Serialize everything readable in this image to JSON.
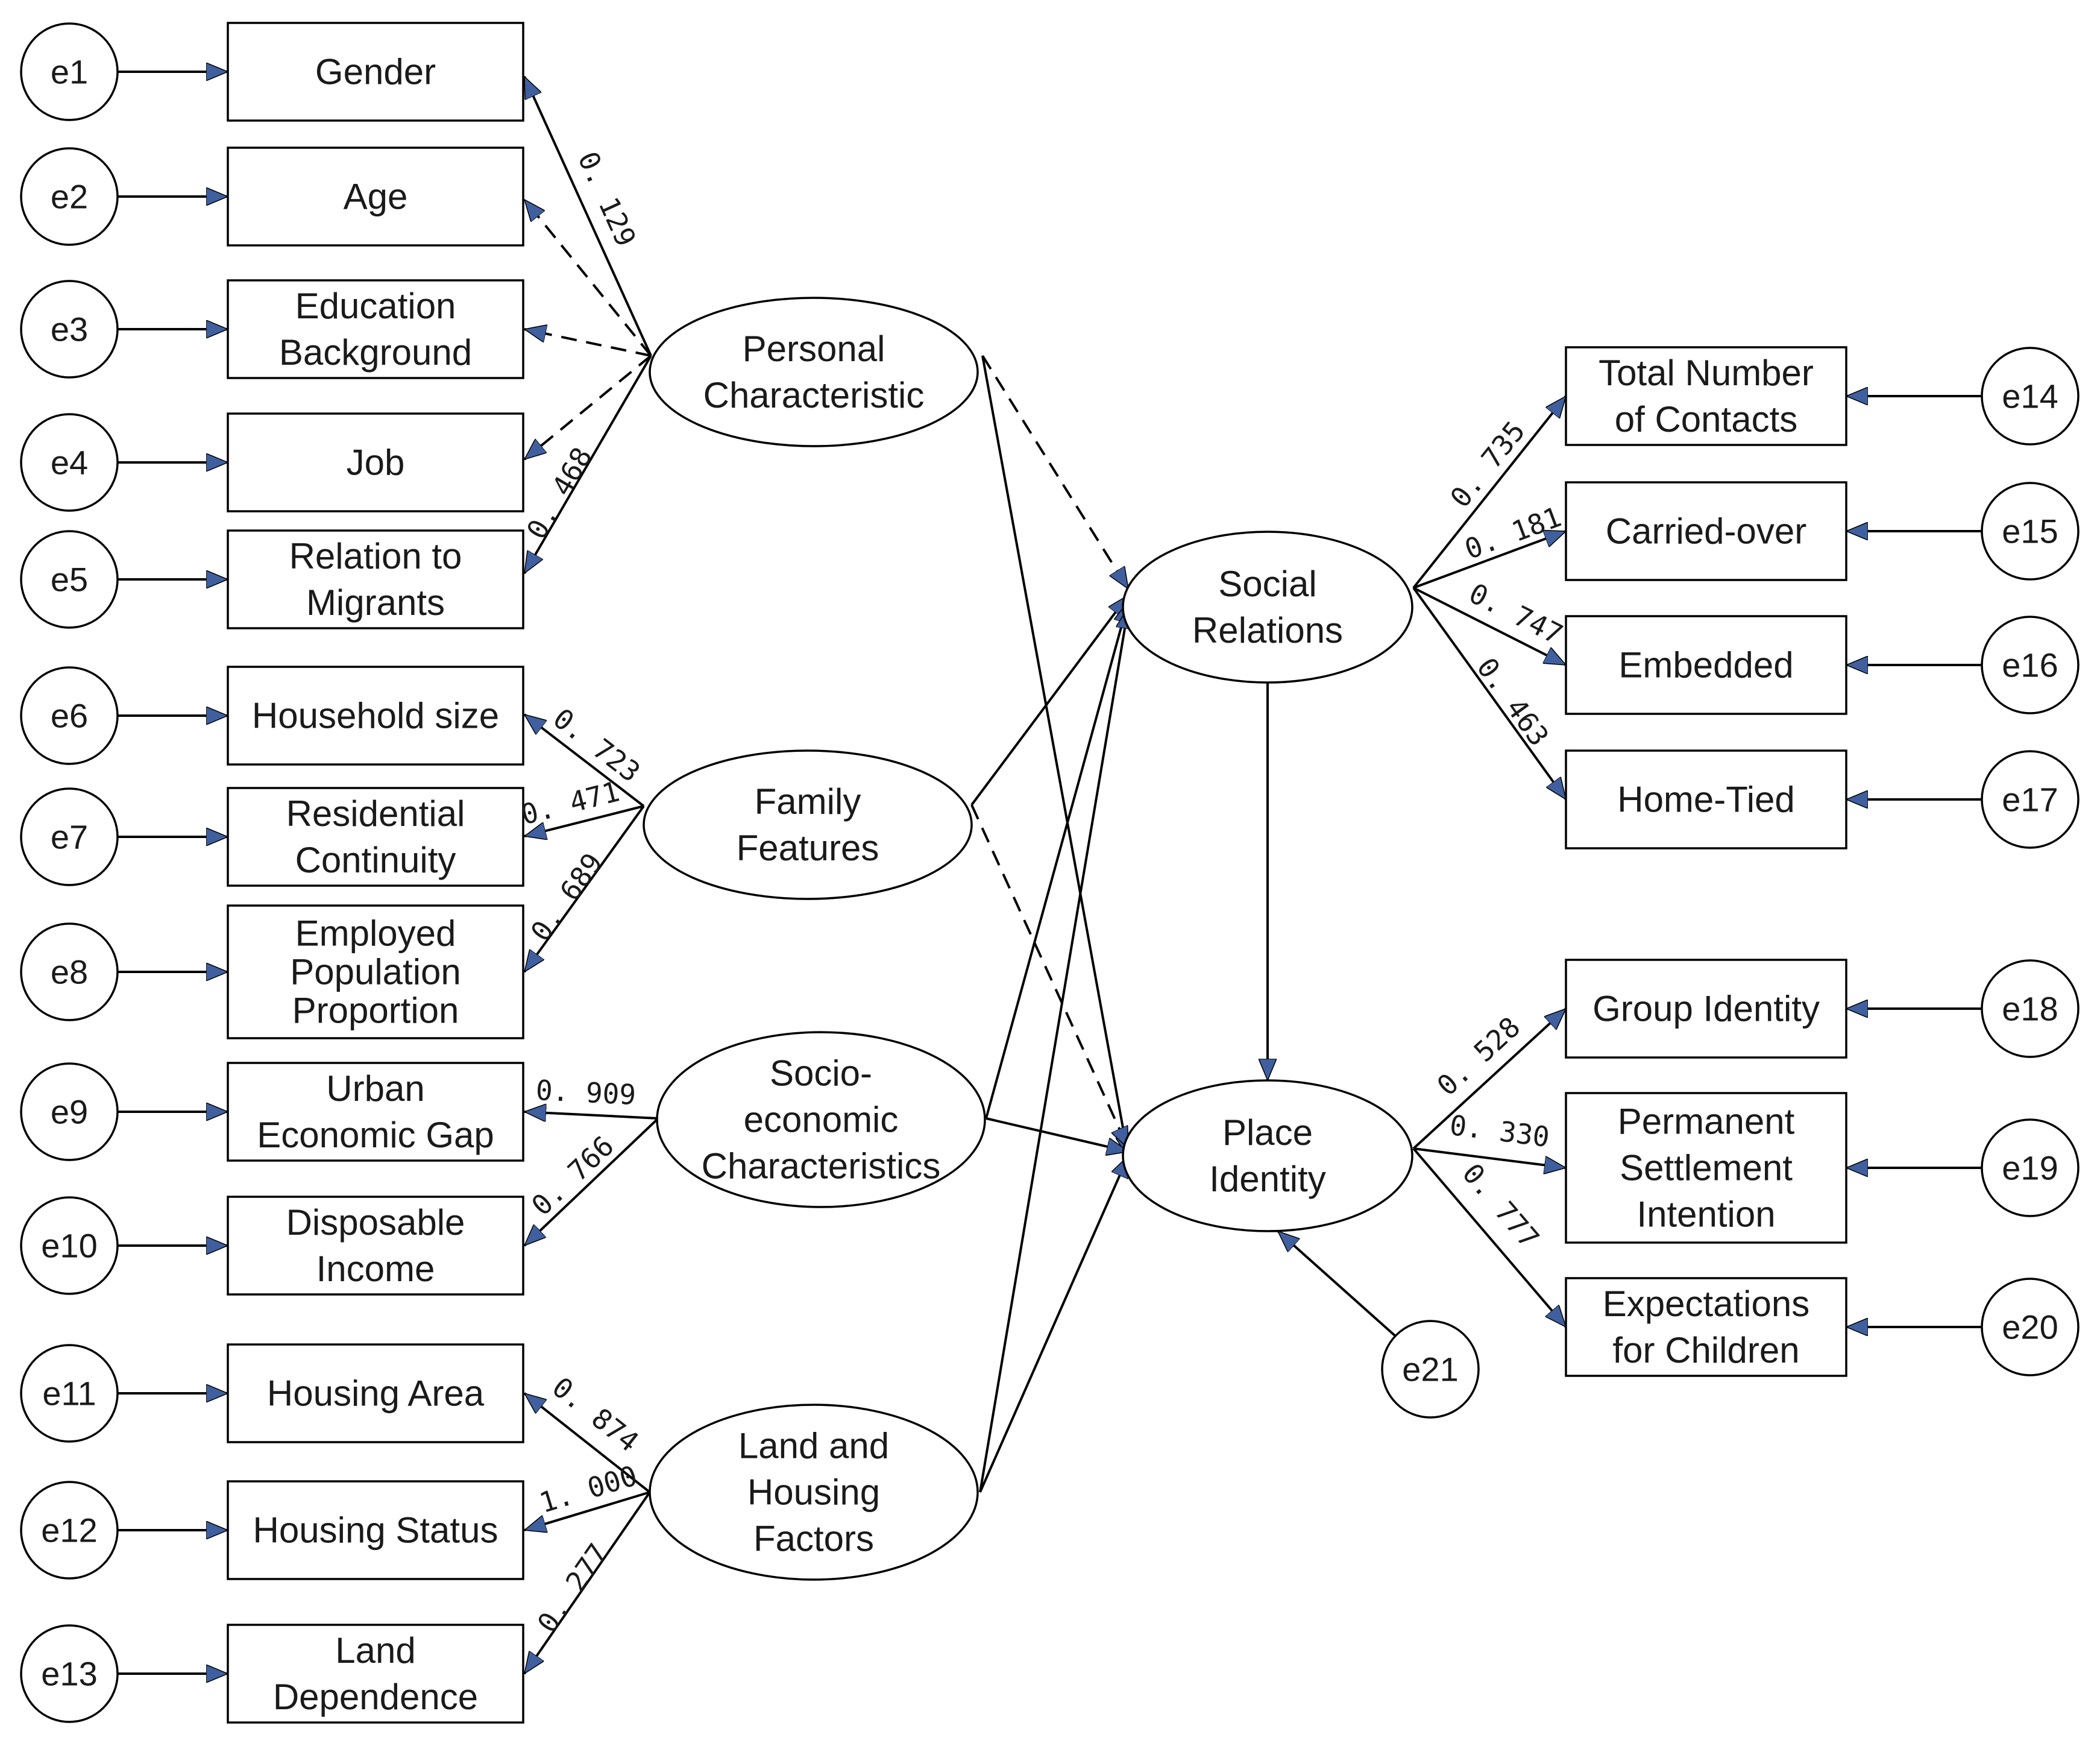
{
  "colors": {
    "arrowhead": "#3f5f9e",
    "stroke": "#000000",
    "text": "#1a1a1a",
    "background": "#ffffff"
  },
  "latents": {
    "personal": [
      "Personal",
      "Characteristic"
    ],
    "family": [
      "Family",
      "Features"
    ],
    "socio": [
      "Socio-",
      "economic",
      "Characteristics"
    ],
    "land": [
      "Land and",
      "Housing",
      "Factors"
    ],
    "social": [
      "Social",
      "Relations"
    ],
    "place": [
      "Place",
      "Identity"
    ]
  },
  "observed": {
    "gender": [
      "Gender"
    ],
    "age": [
      "Age"
    ],
    "education": [
      "Education",
      "Background"
    ],
    "job": [
      "Job"
    ],
    "relation": [
      "Relation to",
      "Migrants"
    ],
    "household": [
      "Household size"
    ],
    "residential": [
      "Residential",
      "Continuity"
    ],
    "employed": [
      "Employed",
      "Population",
      "Proportion"
    ],
    "urban": [
      "Urban",
      "Economic Gap"
    ],
    "income": [
      "Disposable",
      "Income"
    ],
    "harea": [
      "Housing Area"
    ],
    "hstatus": [
      "Housing Status"
    ],
    "landdep": [
      "Land",
      "Dependence"
    ],
    "contacts": [
      "Total Number",
      "of Contacts"
    ],
    "carried": [
      "Carried-over"
    ],
    "embedded": [
      "Embedded"
    ],
    "hometied": [
      "Home-Tied"
    ],
    "group": [
      "Group Identity"
    ],
    "settle": [
      "Permanent",
      "Settlement",
      "Intention"
    ],
    "children": [
      "Expectations",
      "for Children"
    ]
  },
  "errors": {
    "e1": "e1",
    "e2": "e2",
    "e3": "e3",
    "e4": "e4",
    "e5": "e5",
    "e6": "e6",
    "e7": "e7",
    "e8": "e8",
    "e9": "e9",
    "e10": "e10",
    "e11": "e11",
    "e12": "e12",
    "e13": "e13",
    "e14": "e14",
    "e15": "e15",
    "e16": "e16",
    "e17": "e17",
    "e18": "e18",
    "e19": "e19",
    "e20": "e20",
    "e21": "e21"
  },
  "coefficients": {
    "gender": "0. 129",
    "relation": "0. 468",
    "household": "0. 723",
    "residential": "0. 471",
    "employed": "0. 689",
    "urban": "0. 909",
    "income": "0. 766",
    "harea": "0. 874",
    "hstatus": "1. 000",
    "landdep": "0. 277",
    "contacts": "0. 735",
    "carried": "0. 181",
    "embedded": "0. 747",
    "hometied": "0. 463",
    "group": "0. 528",
    "settle": "0. 330",
    "children": "0. 777"
  }
}
